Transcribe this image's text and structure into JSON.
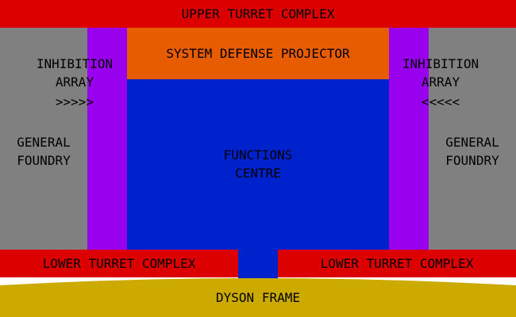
{
  "colors": {
    "turret": "#dd0000",
    "foundry": "#808080",
    "inhibition": "#9900ee",
    "projector": "#e85c00",
    "centre": "#0022cc",
    "dyson": "#ccaa00",
    "background": "#ffffff",
    "text": "#000000"
  },
  "upper_turret": {
    "label": "UPPER TURRET COMPLEX"
  },
  "projector": {
    "label": "SYSTEM DEFENSE PROJECTOR"
  },
  "inhibition_left": {
    "line1": "INHIBITION",
    "line2": "ARRAY",
    "arrows": ">>>>>"
  },
  "inhibition_right": {
    "line1": "INHIBITION",
    "line2": "ARRAY",
    "arrows": "<<<<<"
  },
  "foundry_left": {
    "line1": "GENERAL",
    "line2": "FOUNDRY"
  },
  "foundry_right": {
    "line1": "GENERAL",
    "line2": "FOUNDRY"
  },
  "centre": {
    "line1": "FUNCTIONS",
    "line2": "CENTRE"
  },
  "lower_turret_left": {
    "label": "LOWER TURRET COMPLEX"
  },
  "lower_turret_right": {
    "label": "LOWER TURRET COMPLEX"
  },
  "dyson": {
    "label": "DYSON FRAME"
  }
}
